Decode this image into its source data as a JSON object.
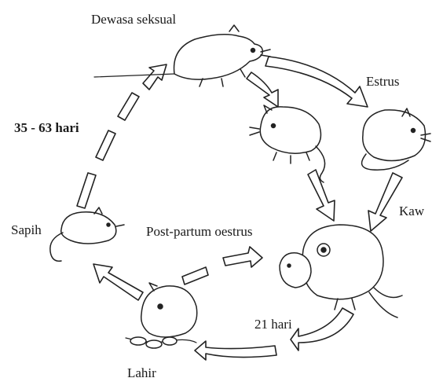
{
  "labels": {
    "dewasa": "Dewasa seksual",
    "estrus": "Estrus",
    "kawin": "Kaw",
    "durasi_dewasa": "35 - 63 hari",
    "sapih": "Sapih",
    "postpartum": "Post-partum oestrus",
    "hari21": "21 hari",
    "lahir": "Lahir"
  },
  "icons": {
    "adult": "rat-adult-icon",
    "young": "rat-young-icon",
    "estrus": "rat-estrus-icon",
    "mating": "rats-mating-icon",
    "weaned": "rat-weaned-icon",
    "newborn": "rat-litter-icon"
  },
  "colors": {
    "ink": "#222222",
    "paper": "#ffffff"
  }
}
